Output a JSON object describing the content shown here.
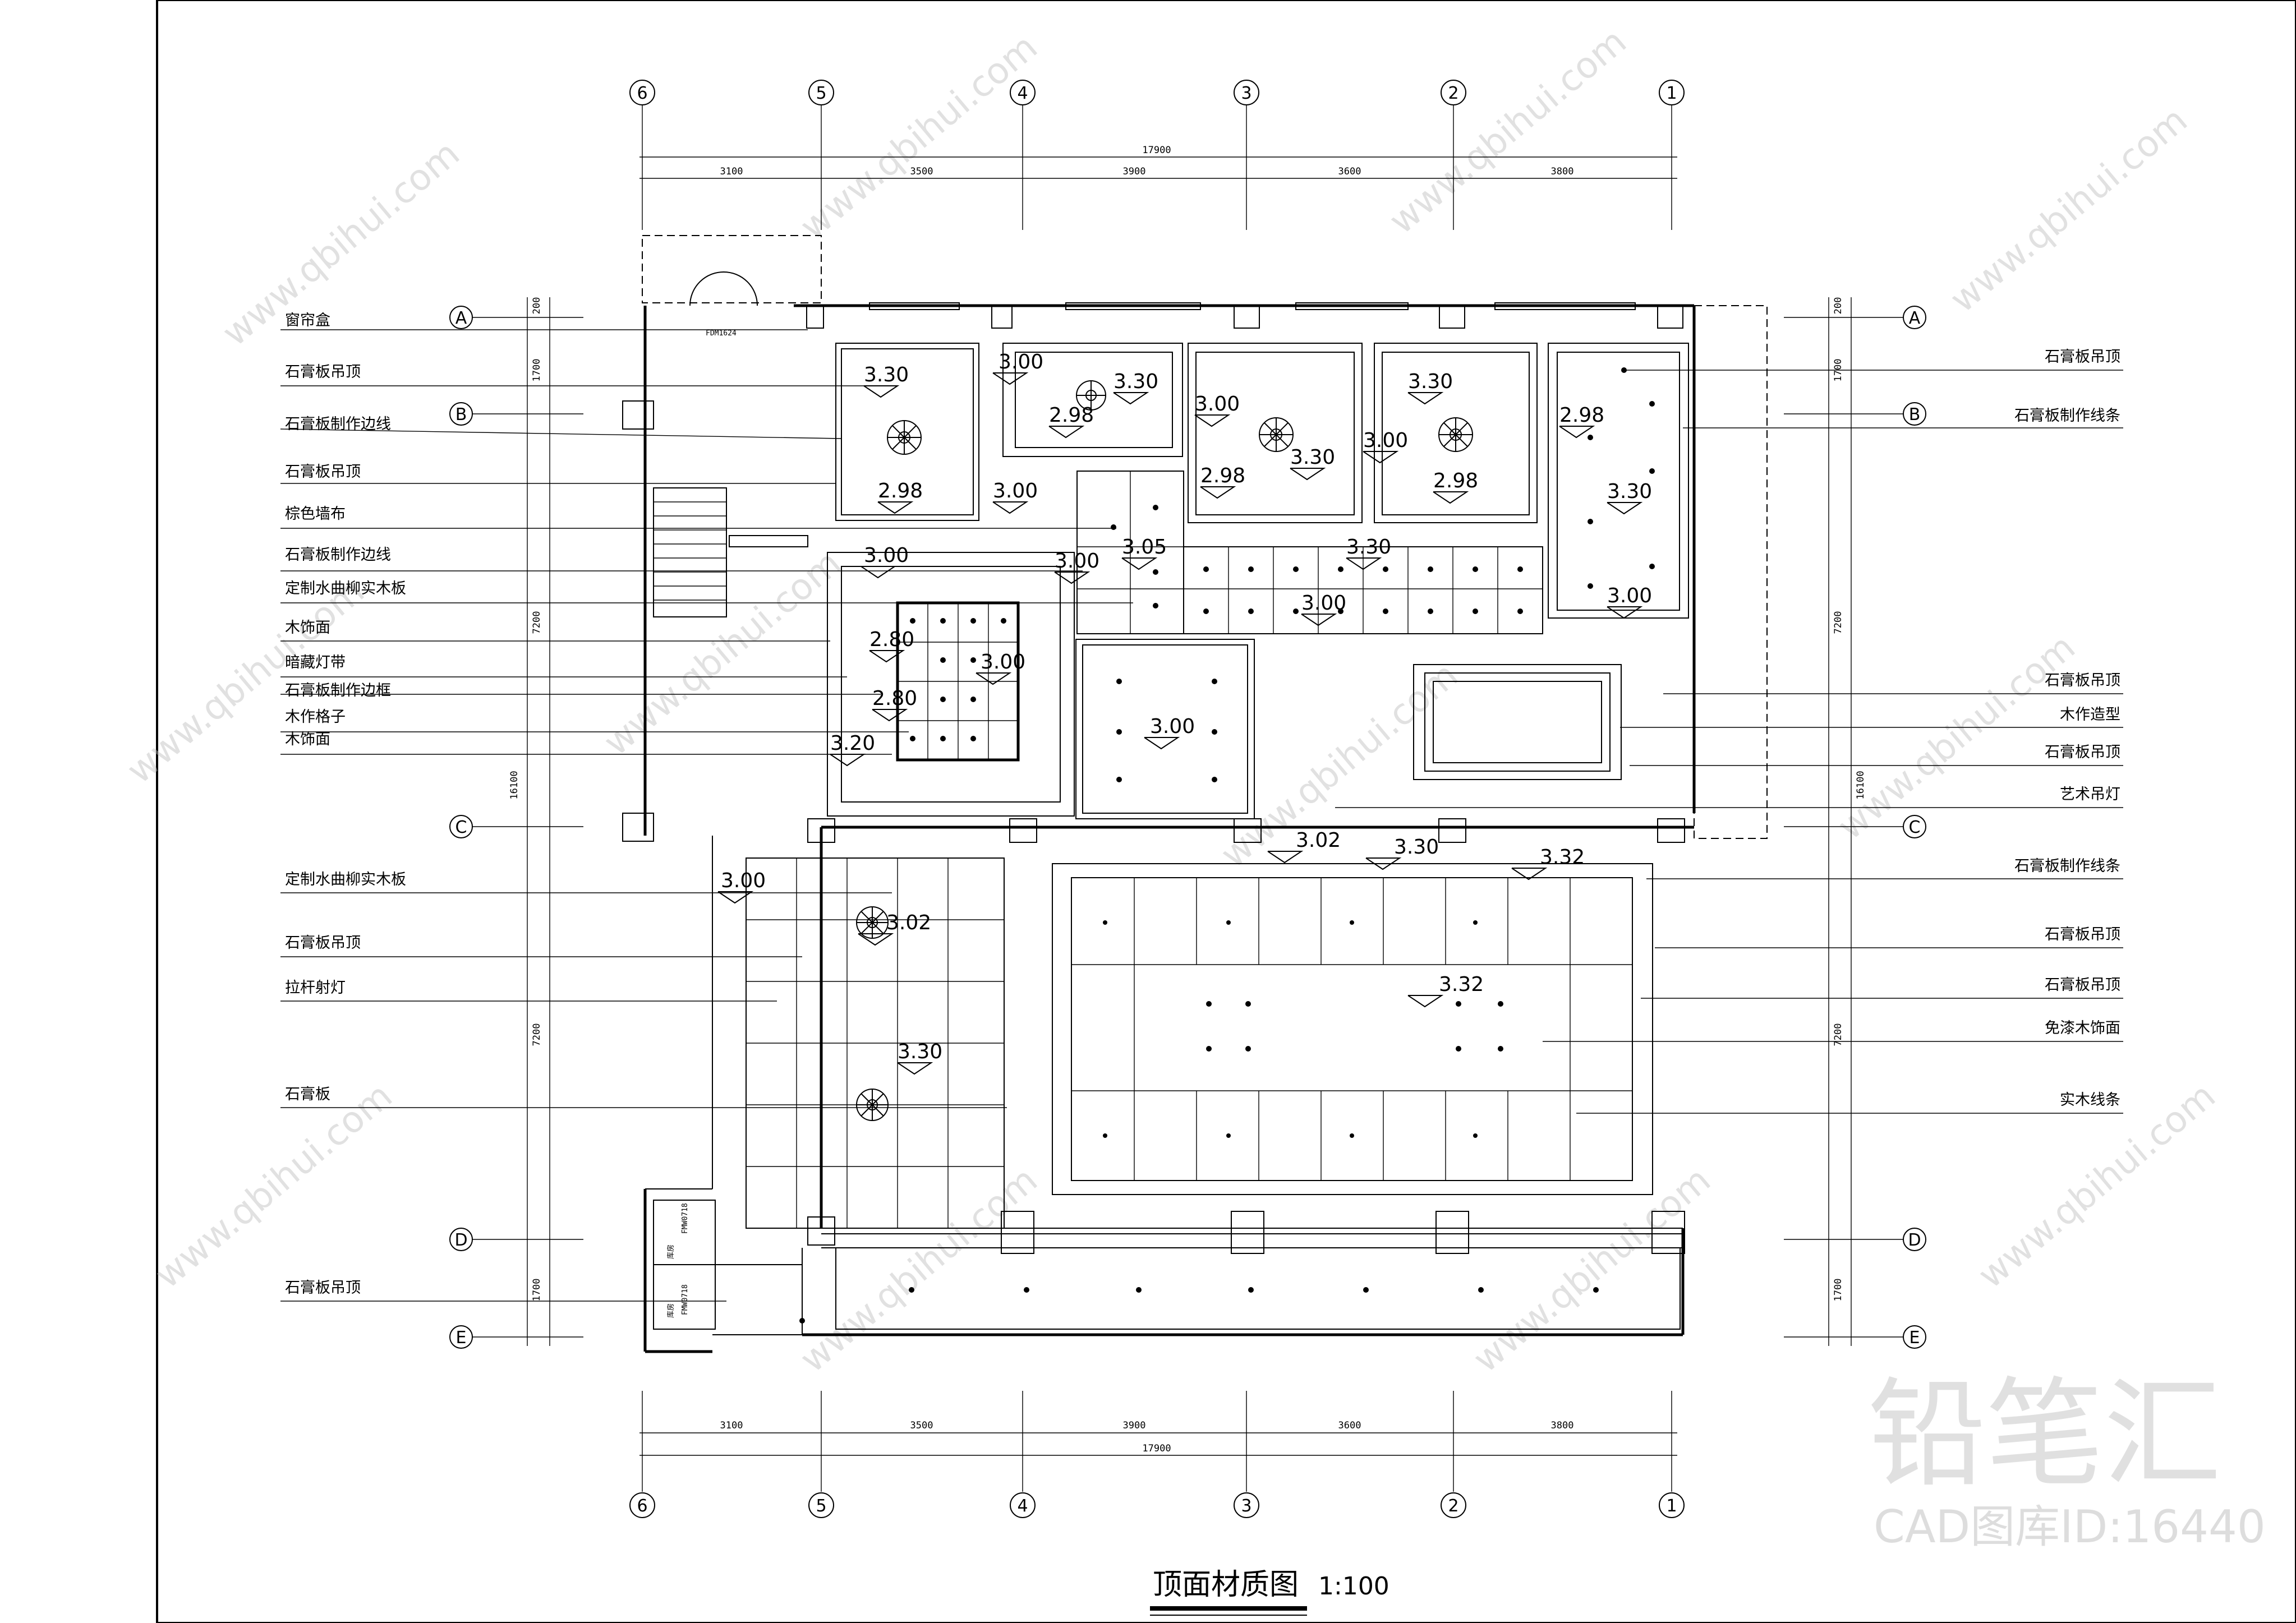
{
  "title": "顶面材质图",
  "scale": "1:100",
  "axes": {
    "columns": [
      "6",
      "5",
      "4",
      "3",
      "2",
      "1"
    ],
    "rows": [
      "A",
      "B",
      "C",
      "D",
      "E"
    ]
  },
  "dimensions": {
    "total_width": "17900",
    "spans": [
      "3100",
      "3500",
      "3900",
      "3600",
      "3800"
    ],
    "left_rows": [
      "200",
      "1700",
      "7200",
      "16100",
      "7200",
      "1700"
    ],
    "right_rows": [
      "200",
      "1700",
      "7200",
      "16100",
      "7200",
      "1700"
    ]
  },
  "door_codes": [
    "FDM1624",
    "FMW0718",
    "FMW0718"
  ],
  "room_tags": [
    "库房",
    "库房"
  ],
  "left_labels": [
    "窗帘盒",
    "石膏板吊顶",
    "石膏板制作边线",
    "石膏板吊顶",
    "棕色墙布",
    "石膏板制作边线",
    "定制水曲柳实木板",
    "木饰面",
    "暗藏灯带",
    "石膏板制作边框",
    "木作格子",
    "木饰面",
    "定制水曲柳实木板",
    "石膏板吊顶",
    "拉杆射灯",
    "石膏板",
    "石膏板吊顶"
  ],
  "right_labels": [
    "石膏板吊顶",
    "石膏板制作线条",
    "石膏板吊顶",
    "木作造型",
    "石膏板吊顶",
    "艺术吊灯",
    "石膏板制作线条",
    "石膏板吊顶",
    "石膏板吊顶",
    "免漆木饰面",
    "实木线条"
  ],
  "elevations": [
    "3.30",
    "2.98",
    "3.00",
    "2.98",
    "3.30",
    "3.00",
    "2.98",
    "3.30",
    "3.00",
    "3.30",
    "2.98",
    "2.98",
    "3.30",
    "3.00",
    "3.00",
    "3.00",
    "3.05",
    "3.30",
    "3.00",
    "2.80",
    "3.00",
    "2.80",
    "3.20",
    "3.00",
    "3.00",
    "3.02",
    "3.30",
    "3.32",
    "3.00",
    "3.02",
    "3.30",
    "3.32"
  ],
  "watermark": {
    "site": "www.qbihui.com",
    "brand": "铅笔汇",
    "brand_sub": "CAD图库ID:16440"
  },
  "colors": {
    "line": "#000000",
    "watermark": "#bdbdbd"
  }
}
